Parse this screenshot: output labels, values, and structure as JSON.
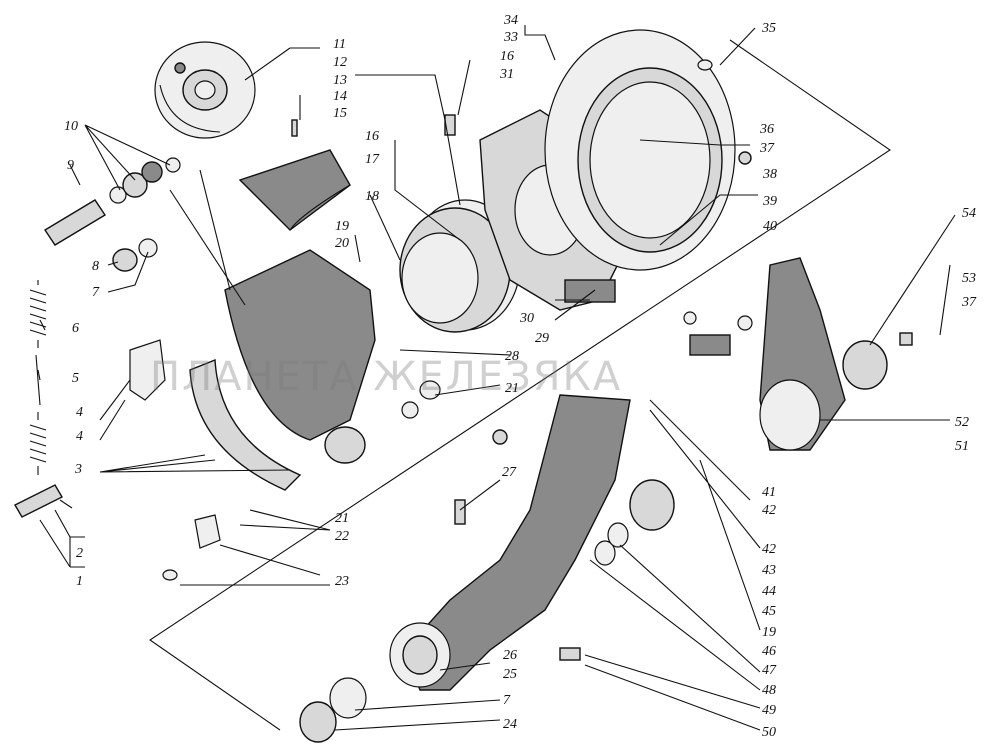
{
  "watermark": "ПЛАНЕТА ЖЕЛЕЗЯКА",
  "callouts": {
    "c1": "1",
    "c2": "2",
    "c3": "3",
    "c4a": "4",
    "c4b": "4",
    "c5": "5",
    "c6": "6",
    "c7a": "7",
    "c7b": "7",
    "c8": "8",
    "c9": "9",
    "c10": "10",
    "c11": "11",
    "c12": "12",
    "c13": "13",
    "c14": "14",
    "c15": "15",
    "c16a": "16",
    "c16b": "16",
    "c17": "17",
    "c18": "18",
    "c19a": "19",
    "c19b": "19",
    "c20": "20",
    "c21a": "21",
    "c21b": "21",
    "c22": "22",
    "c23": "23",
    "c24": "24",
    "c25": "25",
    "c26": "26",
    "c27": "27",
    "c28": "28",
    "c29": "29",
    "c30": "30",
    "c31": "31",
    "c33": "33",
    "c34": "34",
    "c35": "35",
    "c36": "36",
    "c37a": "37",
    "c37b": "37",
    "c38": "38",
    "c39": "39",
    "c40": "40",
    "c41": "41",
    "c42a": "42",
    "c42b": "42",
    "c43": "43",
    "c44": "44",
    "c45": "45",
    "c46": "46",
    "c47": "47",
    "c48": "48",
    "c49": "49",
    "c50": "50",
    "c51": "51",
    "c52": "52",
    "c53": "53",
    "c54": "54"
  }
}
